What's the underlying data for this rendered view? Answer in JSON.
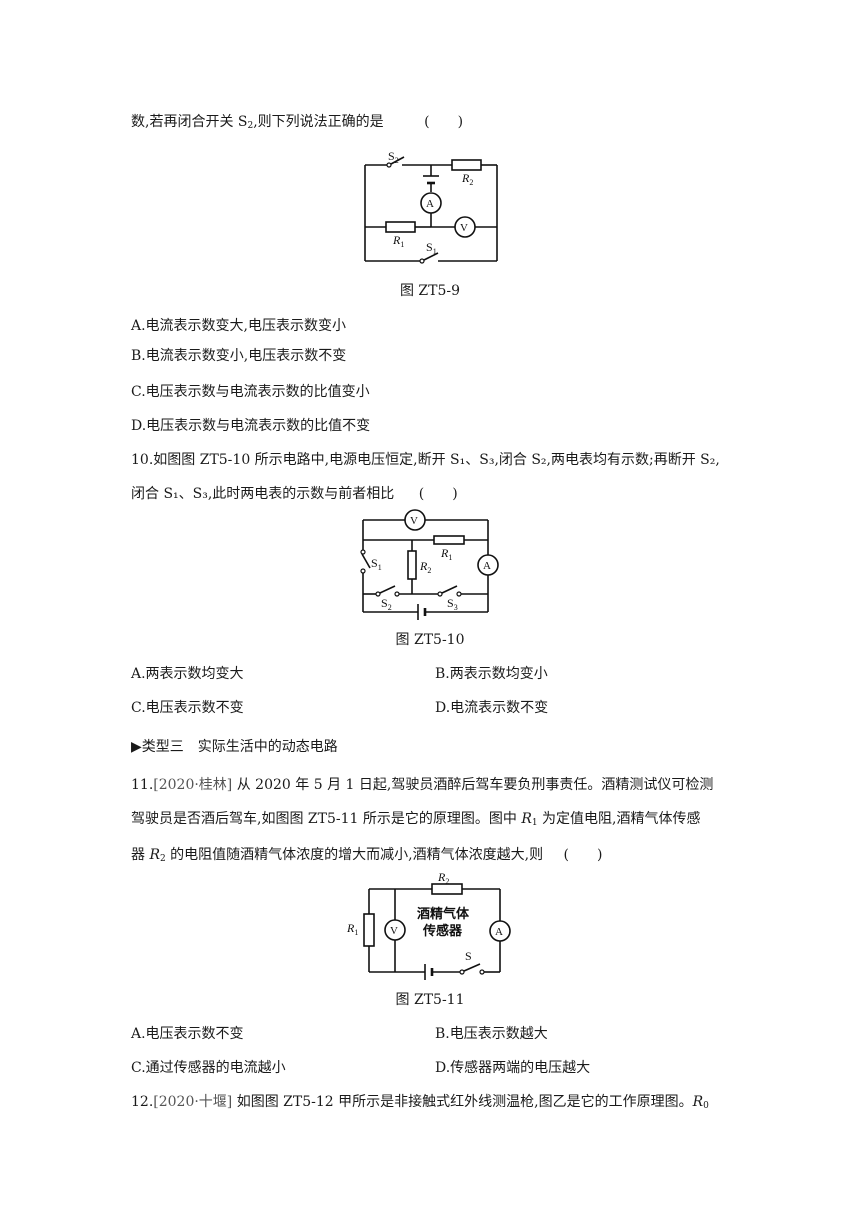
{
  "q9": {
    "stem_pre": "数,若再闭合开关 S",
    "stem_sub": "2",
    "stem_post": ",则下列说法正确的是",
    "paren": "(　　)",
    "figure": {
      "s1": "S",
      "s1_sub": "1",
      "s2": "S",
      "s2_sub": "2",
      "r1": "R",
      "r1_sub": "1",
      "r2": "R",
      "r2_sub": "2",
      "ammeter": "A",
      "voltmeter": "V"
    },
    "caption": "图 ZT5-9",
    "options": {
      "a": "A.电流表示数变大,电压表示数变小",
      "b": "B.电流表示数变小,电压表示数不变",
      "c": "C.电压表示数与电流表示数的比值变小",
      "d": "D.电压表示数与电流表示数的比值不变"
    }
  },
  "q10": {
    "line1": "10.如图图 ZT5-10 所示电路中,电源电压恒定,断开 S₁、S₃,闭合 S₂,两电表均有示数;再断开 S₂,",
    "line2": "闭合 S₁、S₃,此时两电表的示数与前者相比",
    "paren": "(　　)",
    "figure": {
      "s1": "S",
      "s1_sub": "1",
      "s2": "S",
      "s2_sub": "2",
      "s3": "S",
      "s3_sub": "3",
      "r1": "R",
      "r1_sub": "1",
      "r2": "R",
      "r2_sub": "2",
      "ammeter": "A",
      "voltmeter": "V"
    },
    "caption": "图 ZT5-10",
    "options": {
      "a": "A.两表示数均变大",
      "b": "B.两表示数均变小",
      "c": "C.电压表示数不变",
      "d": "D.电流表示数不变"
    }
  },
  "section": {
    "marker": "▶",
    "title": "类型三　实际生活中的动态电路"
  },
  "q11": {
    "number": "11.",
    "tag": "[2020·桂林]",
    "line1": "从 2020 年 5 月 1 日起,驾驶员酒醉后驾车要负刑事责任。酒精测试仪可检测",
    "line2_pre": "驾驶员是否酒后驾车,如图图 ZT5-11 所示是它的原理图。图中 ",
    "line2_r1": "R",
    "line2_r1_sub": "1",
    "line2_post": " 为定值电阻,酒精气体传感",
    "line3_pre": "器 ",
    "line3_r2": "R",
    "line3_r2_sub": "2",
    "line3_post": " 的电阻值随酒精气体浓度的增大而减小,酒精气体浓度越大,则",
    "paren": "(　　)",
    "figure": {
      "r1": "R",
      "r1_sub": "1",
      "r2": "R",
      "r2_sub": "2",
      "sensor_line1": "酒精气体",
      "sensor_line2": "传感器",
      "switch": "S",
      "ammeter": "A",
      "voltmeter": "V"
    },
    "caption": "图 ZT5-11",
    "options": {
      "a": "A.电压表示数不变",
      "b": "B.电压表示数越大",
      "c": "C.通过传感器的电流越小",
      "d": "D.传感器两端的电压越大"
    }
  },
  "q12": {
    "number": "12.",
    "tag": "[2020·十堰]",
    "line1": "如图图 ZT5-12 甲所示是非接触式红外线测温枪,图乙是它的工作原理图。",
    "r0": "R",
    "r0_sub": "0"
  }
}
